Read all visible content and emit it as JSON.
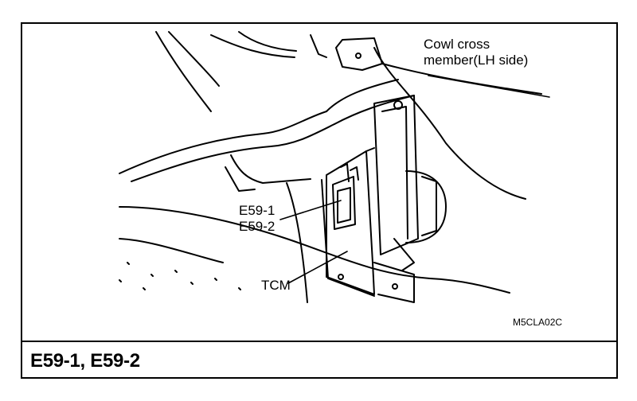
{
  "figure": {
    "labels": {
      "cowl_line1": "Cowl cross",
      "cowl_line2": "member(LH side)",
      "connector_1": "E59-1",
      "connector_2": "E59-2",
      "tcm": "TCM"
    },
    "figure_code": "M5CLA02C",
    "caption": "E59-1, E59-2"
  },
  "colors": {
    "ink": "#000000",
    "paper": "#ffffff"
  }
}
